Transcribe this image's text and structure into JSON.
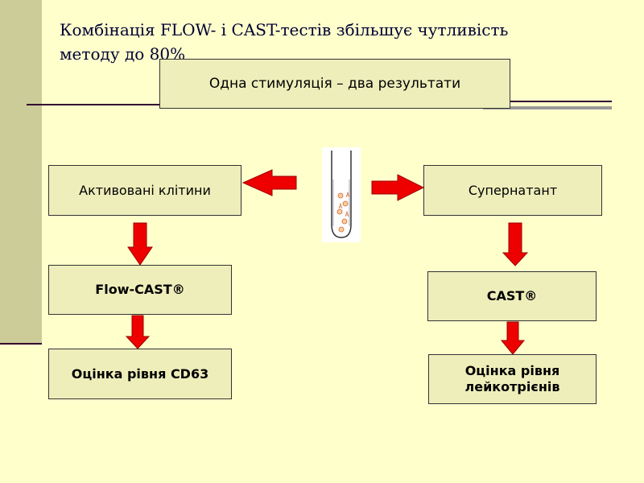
{
  "slide": {
    "title": "Комбінація FLOW- і CAST-тестів збільшує чутливість\nметоду до 80%"
  },
  "diagram": {
    "header": "Одна стимуляція – два результати",
    "left_top": "Активовані клітини",
    "right_top": "Супернатант",
    "left_mid": "Flow-CAST®",
    "right_mid": "CAST®",
    "left_bottom": "Оцінка рівня CD63",
    "right_bottom": "Оцінка рівня\nлейкотрієнів"
  },
  "colors": {
    "background": "#ffffcc",
    "box_fill": "#eeeebb",
    "arrow": "#ee0000",
    "band": "#cccc99"
  },
  "icons": {
    "tube": "test-tube-icon",
    "arrows": "block-arrow-icon"
  }
}
